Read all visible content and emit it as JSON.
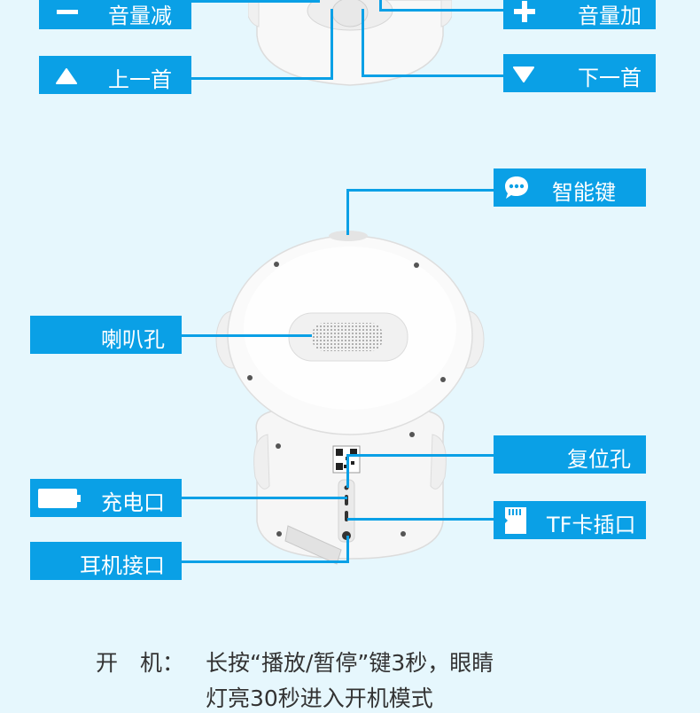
{
  "labels": {
    "volume_down": "音量减",
    "volume_up": "音量加",
    "prev_track": "上一首",
    "next_track": "下一首",
    "smart_key": "智能键",
    "speaker_hole": "喇叭孔",
    "reset_hole": "复位孔",
    "charge_port": "充电口",
    "tf_slot": "TF卡插口",
    "earphone_port": "耳机接口"
  },
  "icons": {
    "volume_down": "minus-icon",
    "volume_up": "plus-icon",
    "prev_track": "triangle-up-icon",
    "next_track": "triangle-down-icon",
    "smart_key": "chat-bubble-icon",
    "charge_port": "battery-icon",
    "tf_slot": "sd-card-icon"
  },
  "instructions": {
    "title": "开　机：",
    "line1": "长按“播放/暂停”键3秒，眼睛",
    "line2": "灯亮30秒进入开机模式"
  },
  "colors": {
    "label_bg": "#0aa0e6",
    "label_text": "#ffffff",
    "page_bg": "#e6f7fd"
  }
}
